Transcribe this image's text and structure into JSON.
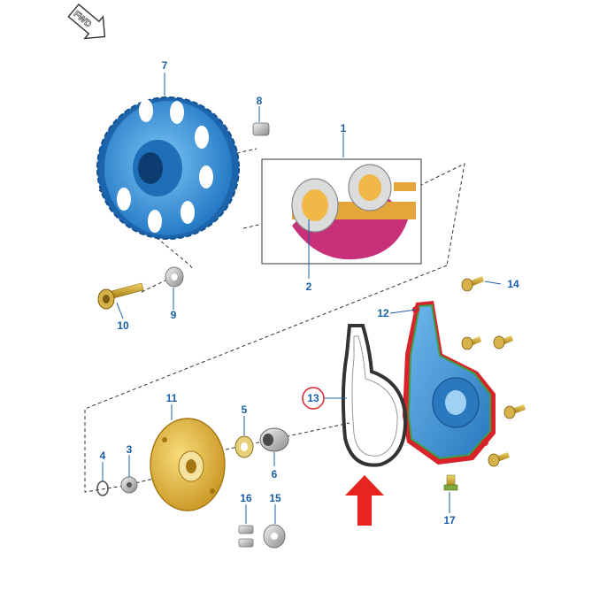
{
  "fwd_badge": {
    "label": "FWD"
  },
  "callouts": [
    {
      "id": "1",
      "label": "1"
    },
    {
      "id": "2",
      "label": "2"
    },
    {
      "id": "3",
      "label": "3"
    },
    {
      "id": "4",
      "label": "4"
    },
    {
      "id": "5",
      "label": "5"
    },
    {
      "id": "6",
      "label": "6"
    },
    {
      "id": "7",
      "label": "7"
    },
    {
      "id": "8",
      "label": "8"
    },
    {
      "id": "9",
      "label": "9"
    },
    {
      "id": "10",
      "label": "10"
    },
    {
      "id": "11",
      "label": "11"
    },
    {
      "id": "12",
      "label": "12"
    },
    {
      "id": "13",
      "label": "13",
      "highlighted": true
    },
    {
      "id": "14",
      "label": "14"
    },
    {
      "id": "15",
      "label": "15"
    },
    {
      "id": "16",
      "label": "16"
    },
    {
      "id": "17",
      "label": "17"
    }
  ],
  "colors": {
    "callout_text": "#1a5fa6",
    "highlight_circle": "#d8232a",
    "arrow": "#e8241f",
    "gear": "#2f8fd6",
    "crank_web": "#c8307a",
    "cover_gold": "#e5b53a",
    "pump_body": "#3b8fd0",
    "pump_flange": "#d8232a",
    "pump_seal": "#3aa04a"
  },
  "icons": {
    "fwd": "fwd-arrow-icon",
    "arrow": "red-up-arrow-icon"
  }
}
